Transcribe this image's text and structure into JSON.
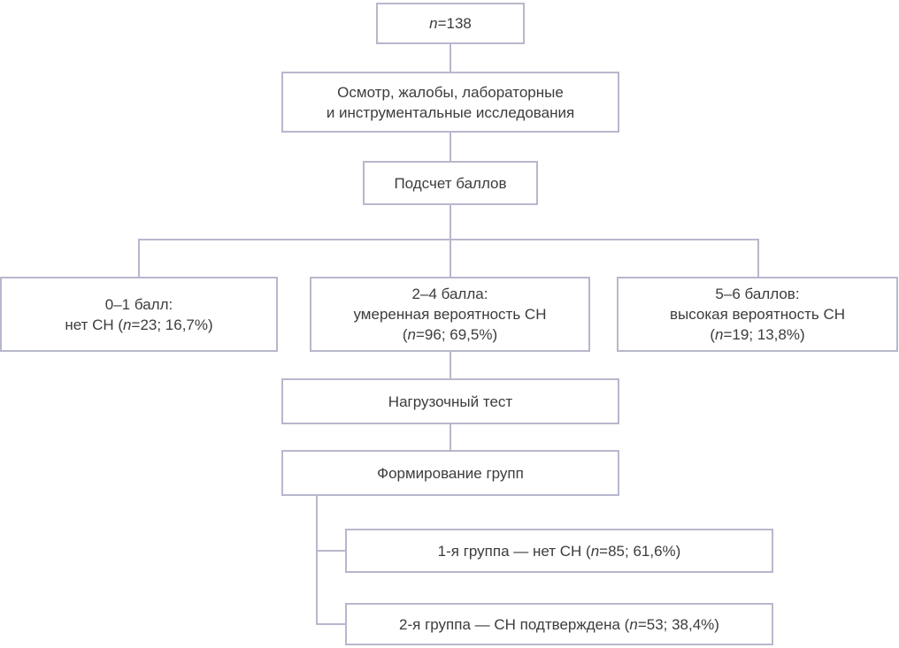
{
  "diagram": {
    "title": "Study enrollment flowchart (heart failure probability scoring)",
    "colors": {
      "line": "#b7b7cd",
      "text": "#3c3c3c",
      "background": "#ffffff"
    },
    "boxes": [
      {
        "id": "total",
        "lines": [
          [
            {
              "t": "n",
              "i": true
            },
            {
              "t": "=138"
            }
          ]
        ]
      },
      {
        "id": "exam",
        "lines": [
          [
            {
              "t": "Осмотр, жалобы, лабораторные"
            }
          ],
          [
            {
              "t": "и инструментальные исследования"
            }
          ]
        ]
      },
      {
        "id": "score",
        "lines": [
          [
            {
              "t": "Подсчет баллов"
            }
          ]
        ]
      },
      {
        "id": "score-0-1",
        "lines": [
          [
            {
              "t": "0–1 балл:"
            }
          ],
          [
            {
              "t": "нет СН ("
            },
            {
              "t": "n",
              "i": true
            },
            {
              "t": "=23; 16,7%)"
            }
          ]
        ]
      },
      {
        "id": "score-2-4",
        "lines": [
          [
            {
              "t": "2–4 балла:"
            }
          ],
          [
            {
              "t": "умеренная вероятность СН"
            }
          ],
          [
            {
              "t": "("
            },
            {
              "t": "n",
              "i": true
            },
            {
              "t": "=96; 69,5%)"
            }
          ]
        ]
      },
      {
        "id": "score-5-6",
        "lines": [
          [
            {
              "t": "5–6 баллов:"
            }
          ],
          [
            {
              "t": "высокая вероятность СН"
            }
          ],
          [
            {
              "t": "("
            },
            {
              "t": "n",
              "i": true
            },
            {
              "t": "=19; 13,8%)"
            }
          ]
        ]
      },
      {
        "id": "stress-test",
        "lines": [
          [
            {
              "t": "Нагрузочный тест"
            }
          ]
        ]
      },
      {
        "id": "groups",
        "lines": [
          [
            {
              "t": "Формирование групп"
            }
          ]
        ]
      },
      {
        "id": "group-1",
        "lines": [
          [
            {
              "t": "1-я группа — нет СН ("
            },
            {
              "t": "n",
              "i": true
            },
            {
              "t": "=85; 61,6%)"
            }
          ]
        ]
      },
      {
        "id": "group-2",
        "lines": [
          [
            {
              "t": "2-я группа — СН подтверждена ("
            },
            {
              "t": "n",
              "i": true
            },
            {
              "t": "=53; 38,4%)"
            }
          ]
        ]
      }
    ]
  }
}
